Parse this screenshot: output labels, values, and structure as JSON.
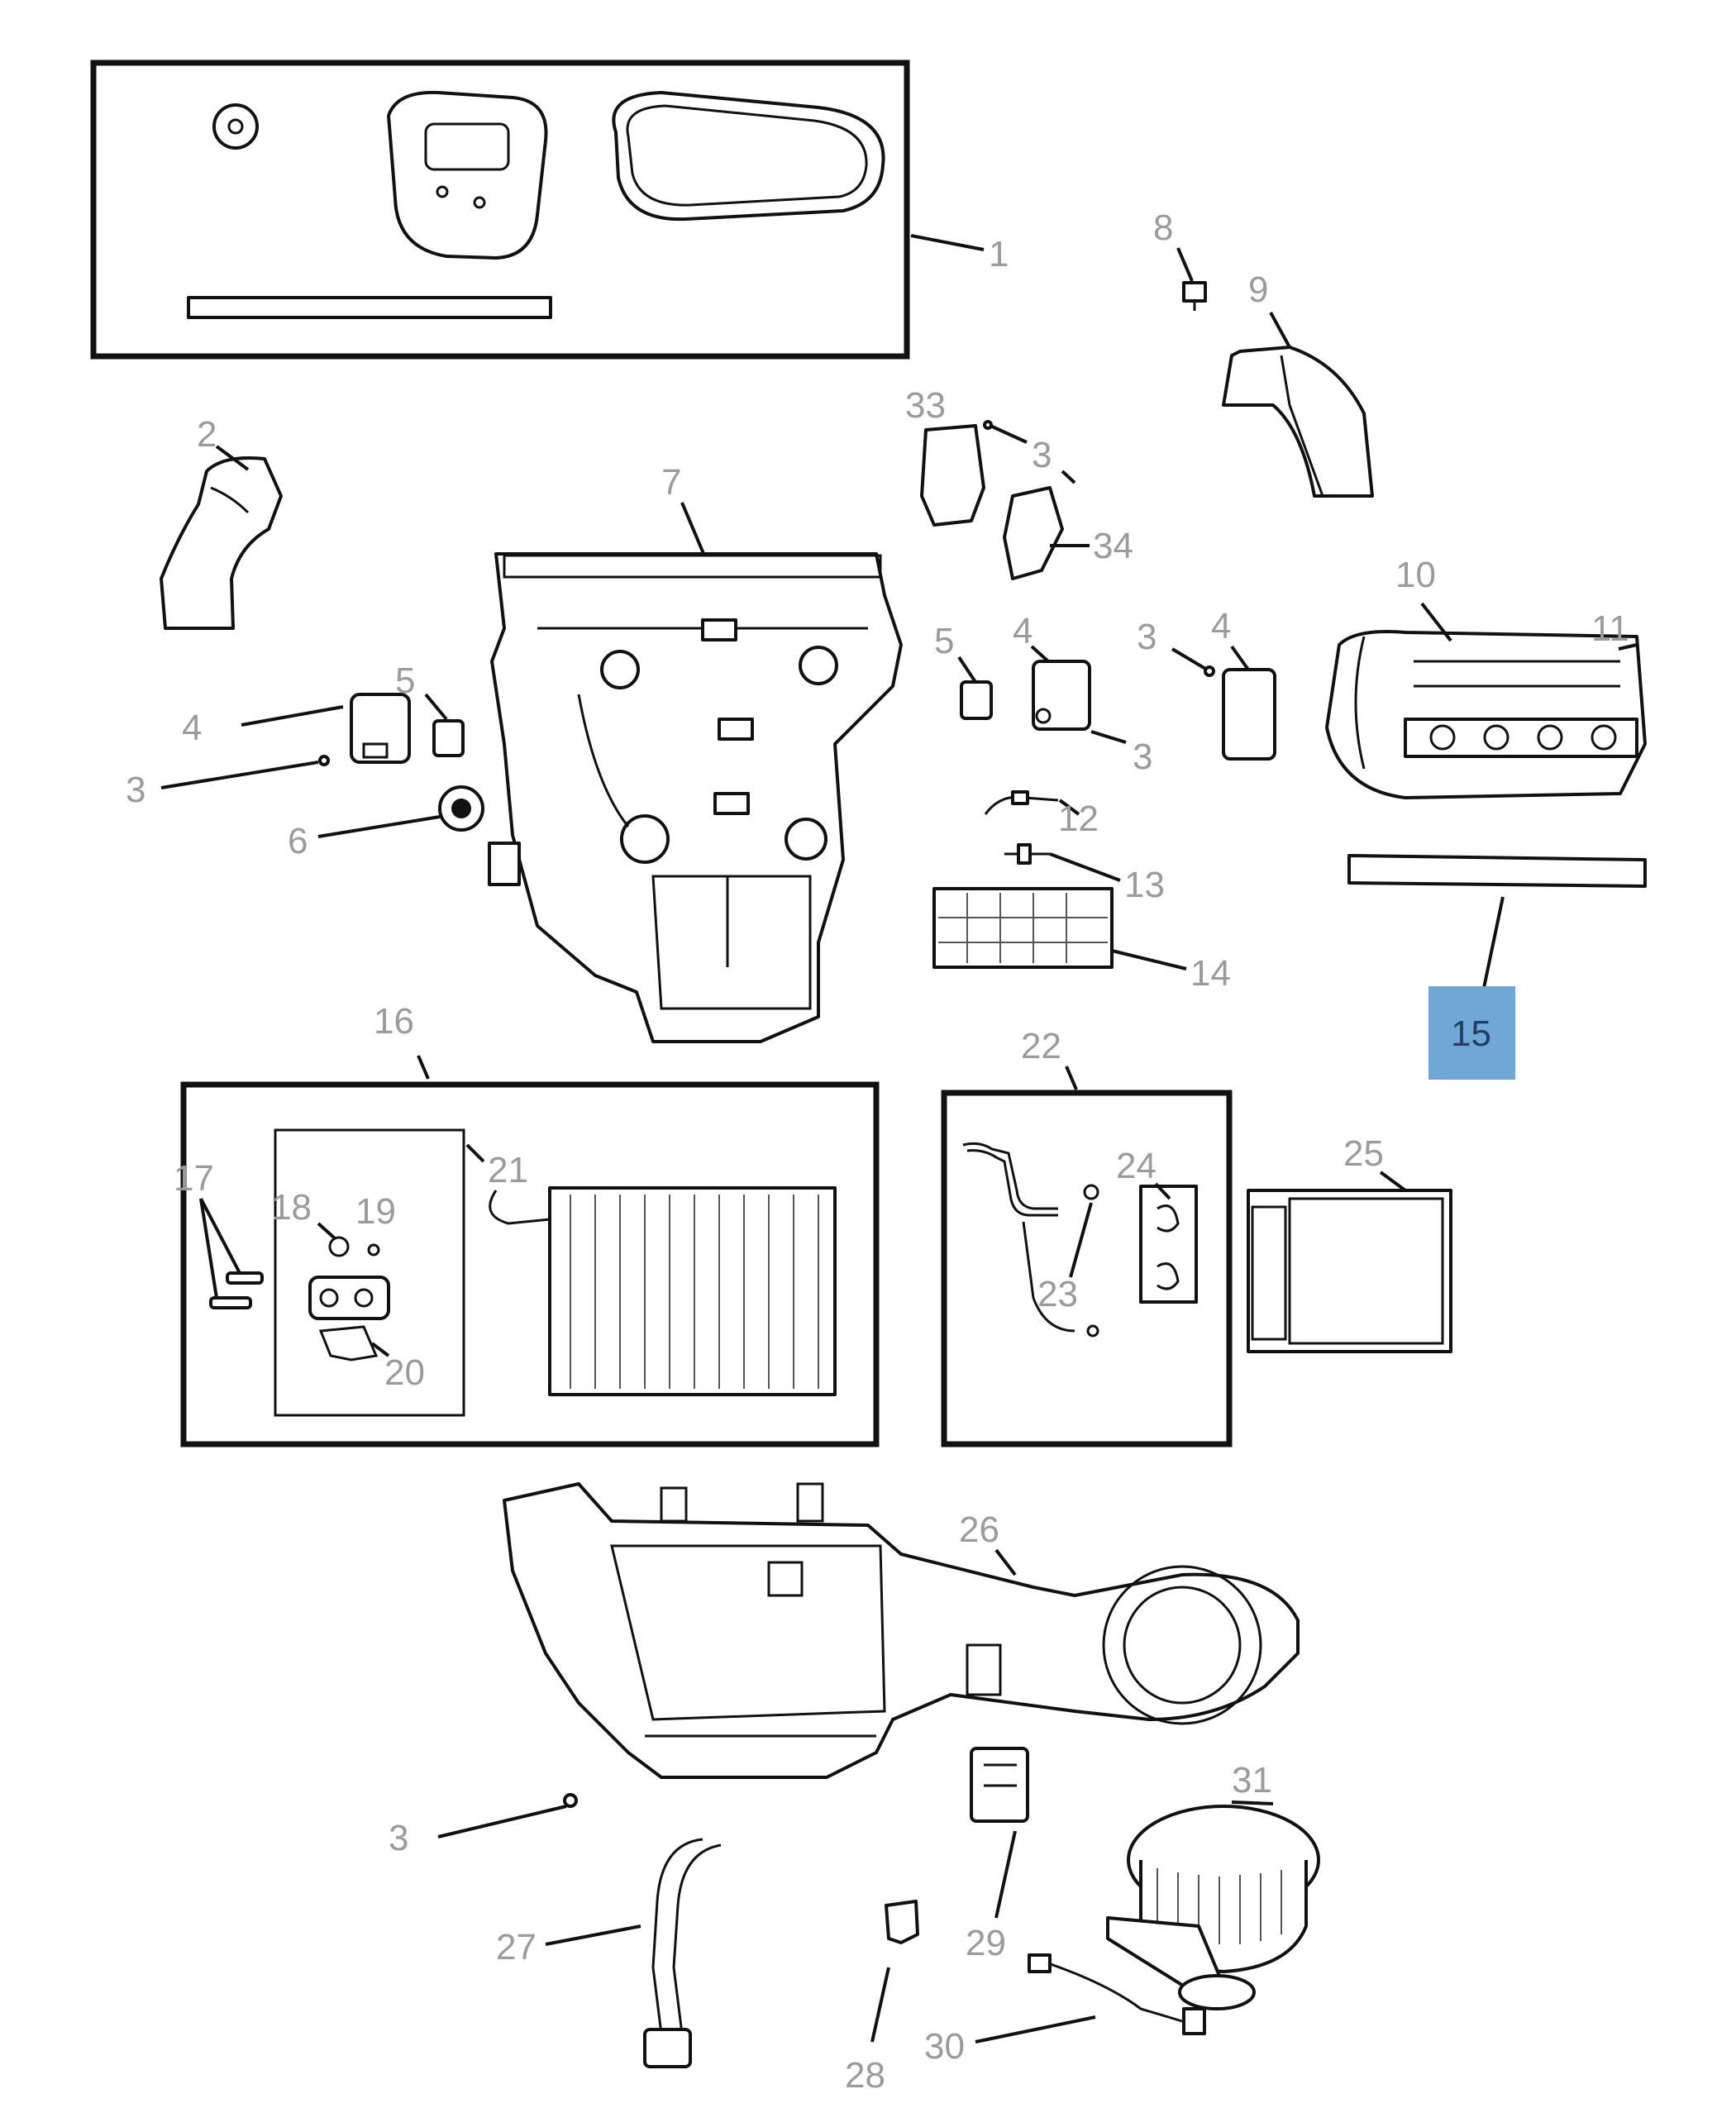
{
  "diagram": {
    "highlight_color": "#6fa7d6",
    "callout_color": "#9b9b9b",
    "callouts": {
      "c1": "1",
      "c2": "2",
      "c3a": "3",
      "c3b": "3",
      "c3c": "3",
      "c3d": "3",
      "c3e": "3",
      "c4a": "4",
      "c4b": "4",
      "c4c": "4",
      "c5a": "5",
      "c5b": "5",
      "c6": "6",
      "c7": "7",
      "c8": "8",
      "c9": "9",
      "c10": "10",
      "c11": "11",
      "c12": "12",
      "c13": "13",
      "c14": "14",
      "c15": "15",
      "c16": "16",
      "c17": "17",
      "c18": "18",
      "c19": "19",
      "c20": "20",
      "c21": "21",
      "c22": "22",
      "c23": "23",
      "c24": "24",
      "c25": "25",
      "c26": "26",
      "c27": "27",
      "c28": "28",
      "c29": "29",
      "c30": "30",
      "c31": "31",
      "c33": "33",
      "c34": "34"
    }
  }
}
